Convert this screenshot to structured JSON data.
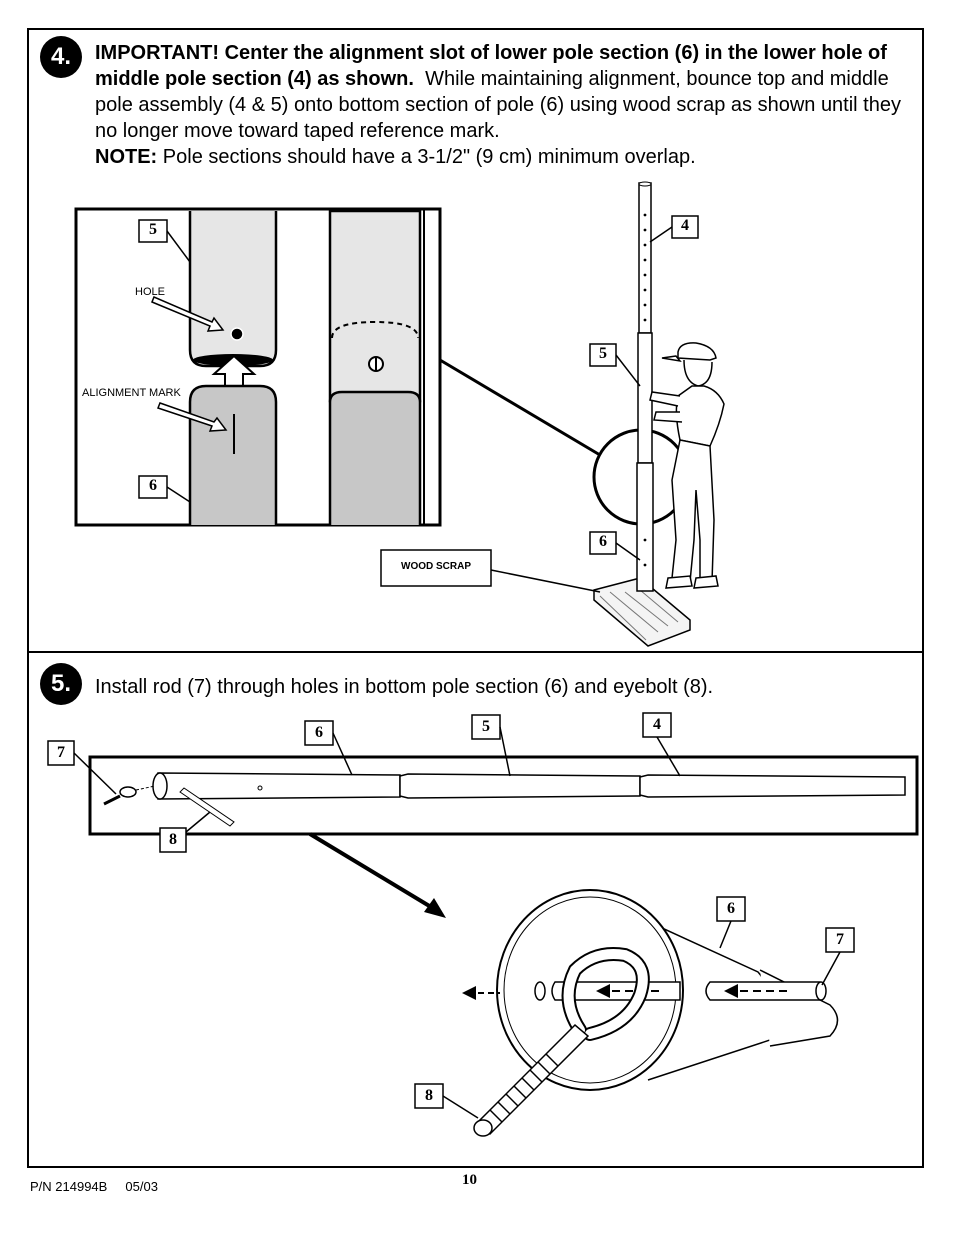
{
  "step4": {
    "number": "4.",
    "bold_text": "IMPORTANT! Center the alignment slot of lower pole section (6) in the lower hole of middle pole section (4) as shown.",
    "text": "While maintaining alignment, bounce top and middle pole assembly (4 & 5) onto bottom section of pole (6) using wood scrap as shown until they no longer move toward taped reference mark.",
    "note_label": "NOTE:",
    "note_text": "Pole sections should have a 3-1/2\" (9 cm) minimum overlap.",
    "labels": {
      "hole": "HOLE",
      "alignment_mark": "ALIGNMENT MARK",
      "wood_scrap": "WOOD SCRAP",
      "detail_top": "5",
      "detail_bottom": "6",
      "pole_top": "4",
      "pole_middle": "5",
      "pole_bottom": "6"
    }
  },
  "step5": {
    "number": "5.",
    "text": "Install rod (7) through holes in bottom pole section (6) and eyebolt (8).",
    "labels": {
      "rod": "7",
      "eyebolt": "8",
      "section_bottom": "6",
      "section_middle": "5",
      "section_top": "4",
      "detail_section": "6",
      "detail_rod": "7",
      "detail_eyebolt": "8"
    }
  },
  "footer": {
    "part_number": "P/N 214994B",
    "date": "05/03",
    "page": "10"
  }
}
